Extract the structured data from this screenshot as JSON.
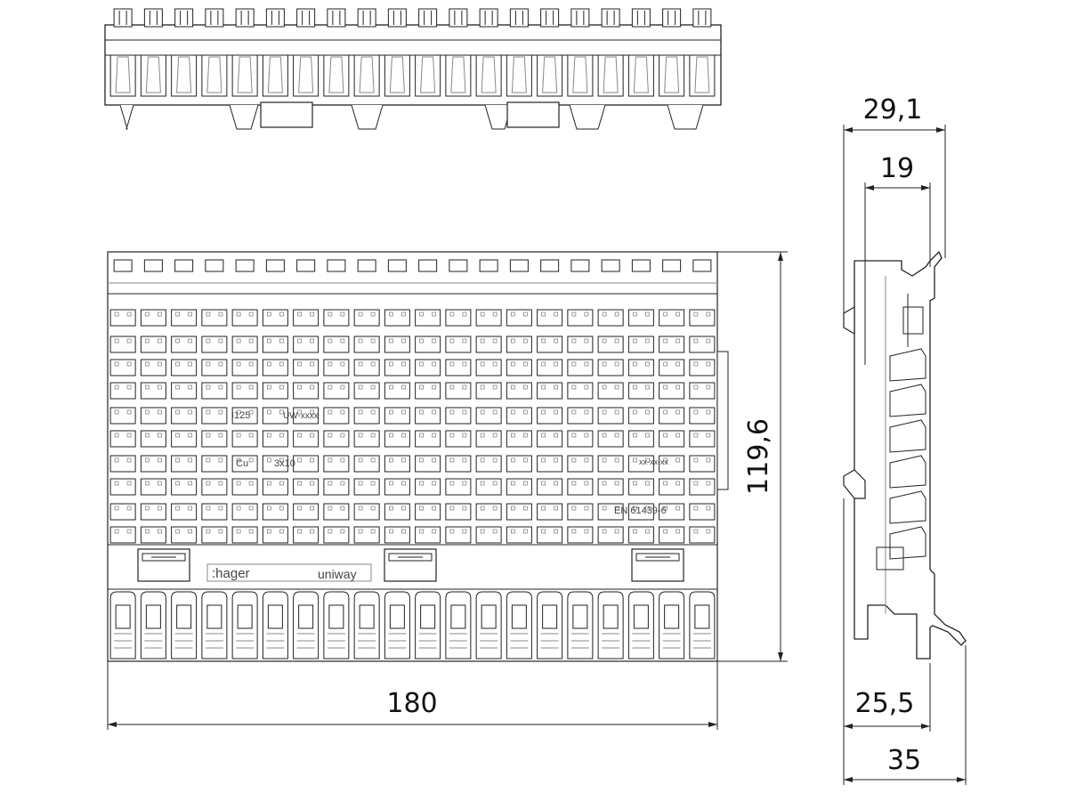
{
  "drawing": {
    "dimensions": {
      "width_180": "180",
      "height_119_6": "119,6",
      "depth_29_1": "29,1",
      "depth_19": "19",
      "depth_25_5": "25,5",
      "depth_35": "35"
    },
    "brand": {
      "logo": ":hager",
      "product": "uniway"
    },
    "labels": {
      "rating": "I125",
      "type": "UW-xxxx",
      "conductor": "Cu",
      "section": "3x10",
      "standard": "EN 61439-6",
      "code": "xx-xx-xx"
    },
    "terminal_count": 20,
    "colors": {
      "line": "#222222",
      "light_line": "#888888",
      "fill_light": "#f2f2f2"
    }
  }
}
